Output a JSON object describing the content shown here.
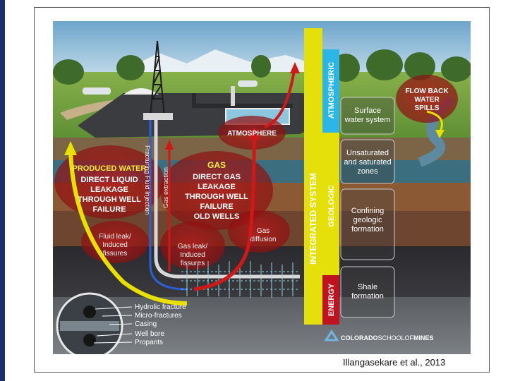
{
  "caption": "Illangasekare et al., 2013",
  "labels": {
    "produced_water": "PRODUCED WATER",
    "produced_water_desc": [
      "DIRECT LIQUID",
      "LEAKAGE",
      "THROUGH WELL",
      "FAILURE"
    ],
    "gas": "GAS",
    "gas_desc": [
      "DIRECT GAS",
      "LEAKAGE",
      "THROUGH WELL",
      "FAILURE",
      "OLD WELLS"
    ],
    "atmosphere": "ATMOSPHERE",
    "flow_back": [
      "FLOW BACK",
      "WATER",
      "SPILLS"
    ],
    "fracturing_fluid": "Fracturing Fluid Injection",
    "gas_extraction": "Gas extraction",
    "fluid_leak": [
      "Fluid leak/",
      "Induced",
      "fissures"
    ],
    "gas_leak": [
      "Gas leak/",
      "Induced",
      "fissures"
    ],
    "gas_diffusion": [
      "Gas",
      "diffusion"
    ]
  },
  "integrated_system": "INTEGRATED SYSTEM",
  "bands": {
    "atmospheric": "ATMOSPHERIC",
    "geologic": "GEOLOGIC",
    "energy": "ENERGY"
  },
  "zones": {
    "surface": [
      "Surface",
      "water system"
    ],
    "unsaturated": [
      "Unsaturated",
      "and saturated",
      "zones"
    ],
    "confining": [
      "Confining",
      "geologic",
      "formation"
    ],
    "shale": [
      "Shale",
      "formation"
    ]
  },
  "inset_labels": [
    "Hydrolic fracture",
    "Micro-fractures",
    "Casing",
    "Well bore",
    "Propants"
  ],
  "logo": {
    "part1": "COLORADO",
    "part2": "SCHOOL",
    "part3": "OF",
    "part4": "MINES"
  },
  "colors": {
    "yellow_arrow": "#e8e000",
    "red_arrow": "#d01818",
    "blue_pipe": "#2b5fd6",
    "energy_band": "#c0121f",
    "atmos_band": "#2cb6e8",
    "geo_band": "#e6e00a"
  }
}
